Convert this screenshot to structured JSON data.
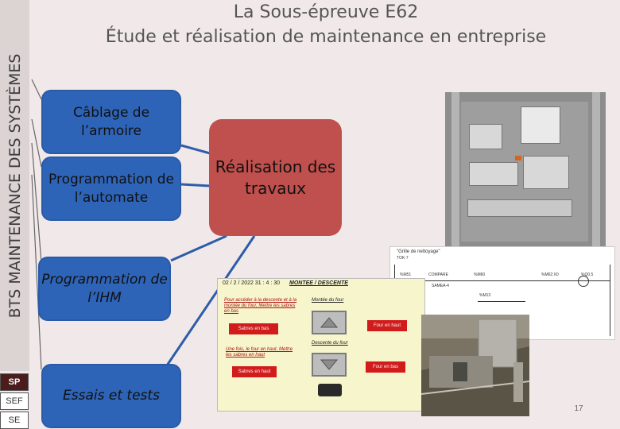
{
  "title_line1": "La Sous-épreuve E62",
  "title_line2": "Étude et réalisation de maintenance en entreprise",
  "sidebar_title": "BTS MAINTENANCE DES SYSTÈMES",
  "badges": [
    "SP",
    "SEF",
    "SE"
  ],
  "tasks": [
    {
      "label": "Câblage de l’armoire"
    },
    {
      "label": "Programmation de l’automate"
    },
    {
      "label": "Programmation de l’IHM"
    },
    {
      "label": "Essais et tests"
    }
  ],
  "central": "Réalisation des travaux",
  "colors": {
    "task_blue": "#2e64b8",
    "central_red": "#c0504d",
    "badge_active": "#4a1c1c",
    "background": "#f1e9e9"
  },
  "hmi": {
    "header": "02 / 2 / 2022   31 : 4 : 30",
    "title": "MONTEE / DESCENTE",
    "instruction1": "Pour accéder à la descente et à la montée du four, Mettre les sabres en bas",
    "sabres_bas": "Sabres en bas",
    "montee_label": "Montée du four",
    "four_haut": "Four en haut",
    "descente_label": "Descente du four",
    "instruction2": "Une fois, le four en haut, Mettre les sabres en haut",
    "sabres_haut": "Sabres en haut",
    "four_bas": "Four en bas"
  },
  "ladder": {
    "label": "\"Grille de nettoyage\"",
    "tags": [
      "TOK-7",
      "%M51",
      "COMPARE",
      "%M60",
      "%M62:X0",
      "%Q0.5",
      "SAMEA-4",
      "%M13"
    ]
  },
  "page_number": "17"
}
